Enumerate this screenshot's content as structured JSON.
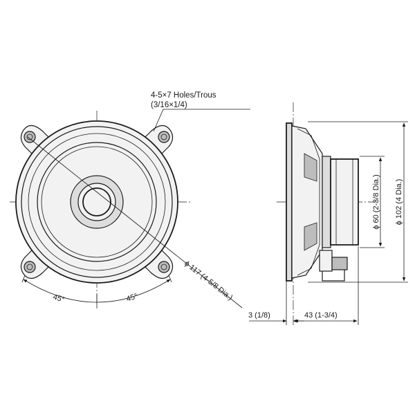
{
  "drawing": {
    "callouts": {
      "holes_line1": "4-5×7 Holes/Trous",
      "holes_line2": "(3/16×1/4)",
      "overall_diameter": "ϕ 117 (4-5/8 Dia.)",
      "magnet_diameter": "ϕ 60 (2-3/8 Dia.)",
      "frame_diameter": "ϕ 102 (4 Dia.)",
      "angle_left": "45°",
      "angle_right": "45°",
      "flange_depth": "3 (1/8)",
      "mount_depth": "43 (1-3/4)"
    }
  },
  "colors": {
    "line": "#1a1a1a",
    "fill_light": "#f2f2f2",
    "fill_mid": "#dddddd",
    "fill_dark": "#bdbdbd"
  }
}
